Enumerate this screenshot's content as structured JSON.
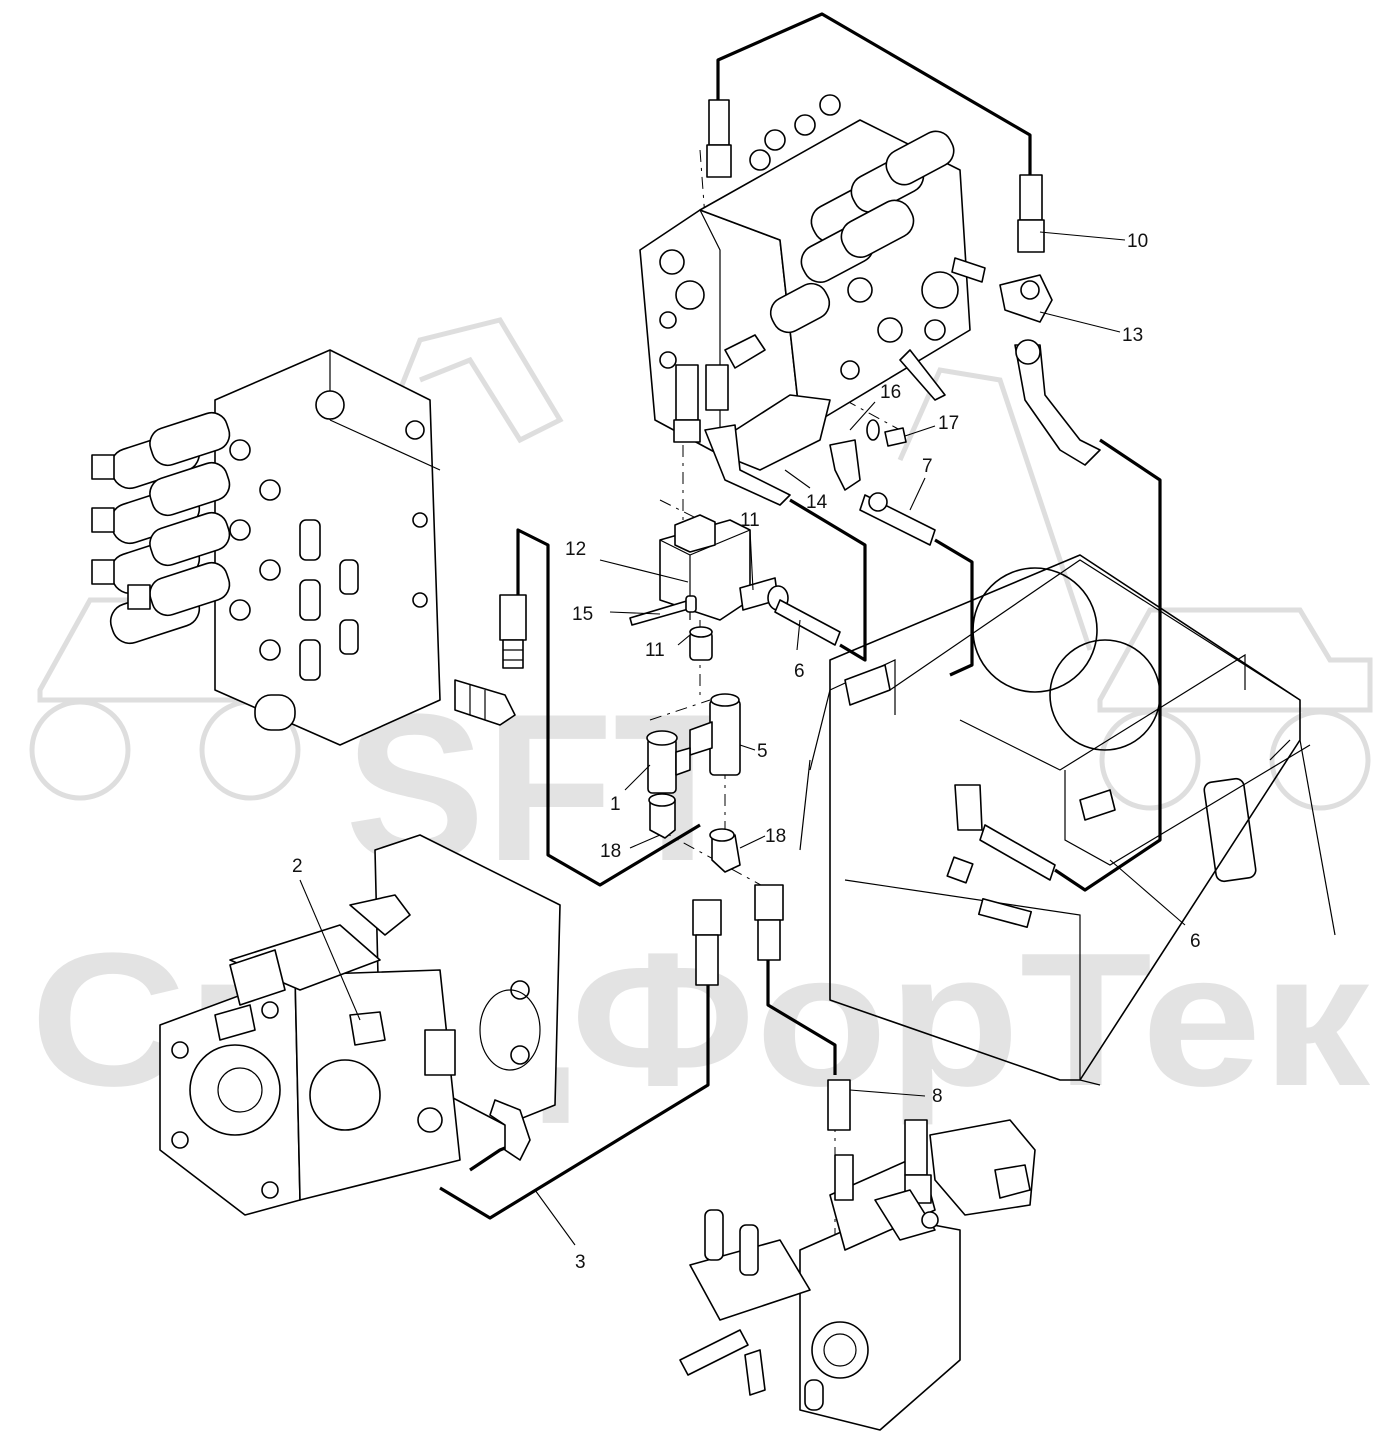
{
  "watermark": {
    "logo": "SFT",
    "company": "СпецФорТек"
  },
  "callouts": [
    {
      "id": "c1",
      "label": "1"
    },
    {
      "id": "c2",
      "label": "2"
    },
    {
      "id": "c3",
      "label": "3"
    },
    {
      "id": "c5",
      "label": "5"
    },
    {
      "id": "c6a",
      "label": "6"
    },
    {
      "id": "c6b",
      "label": "6"
    },
    {
      "id": "c7",
      "label": "7"
    },
    {
      "id": "c8",
      "label": "8"
    },
    {
      "id": "c10",
      "label": "10"
    },
    {
      "id": "c11a",
      "label": "11"
    },
    {
      "id": "c11b",
      "label": "11"
    },
    {
      "id": "c12",
      "label": "12"
    },
    {
      "id": "c13",
      "label": "13"
    },
    {
      "id": "c14",
      "label": "14"
    },
    {
      "id": "c15",
      "label": "15"
    },
    {
      "id": "c16",
      "label": "16"
    },
    {
      "id": "c17",
      "label": "17"
    },
    {
      "id": "c18a",
      "label": "18"
    },
    {
      "id": "c18b",
      "label": "18"
    }
  ],
  "colors": {
    "line": "#000000",
    "watermark": "#e3e3e3",
    "background": "#ffffff"
  }
}
